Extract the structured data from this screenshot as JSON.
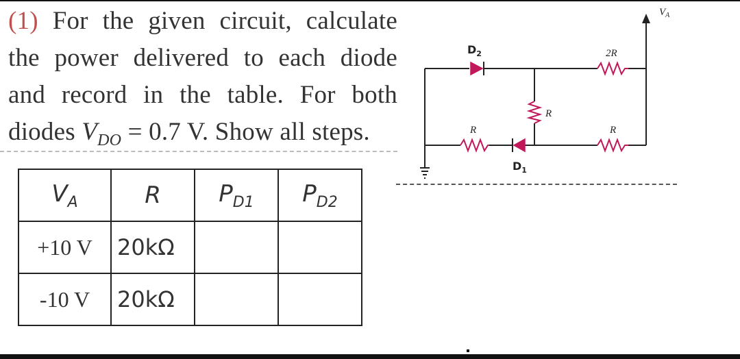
{
  "problem": {
    "number": "(1)",
    "line1": "For the given circuit, calculate",
    "line2": "the power delivered to each diode",
    "line3": "and record in the table. For both",
    "line4_prefix": "diodes",
    "vdo_symbol": "V",
    "vdo_sub": "DO",
    "line4_suffix": "= 0.7 V. Show all steps."
  },
  "table": {
    "headers": [
      {
        "main": "V",
        "sub": "A"
      },
      {
        "main": "R",
        "sub": ""
      },
      {
        "main": "P",
        "sub": "D1"
      },
      {
        "main": "P",
        "sub": "D2"
      }
    ],
    "rows": [
      {
        "va": "+10 V",
        "r": "20kΩ",
        "pd1": "",
        "pd2": ""
      },
      {
        "va": "-10 V",
        "r": "20kΩ",
        "pd1": "",
        "pd2": ""
      }
    ]
  },
  "circuit": {
    "va_label": "V",
    "va_sub": "A",
    "d2_label": "D",
    "d2_sub": "2",
    "d1_label": "D",
    "d1_sub": "1",
    "r_2r_label": "2R",
    "r_mid_label": "R",
    "r_bottom_left_label": "R",
    "r_bottom_right_label": "R",
    "diode_color": "#c0185a"
  }
}
